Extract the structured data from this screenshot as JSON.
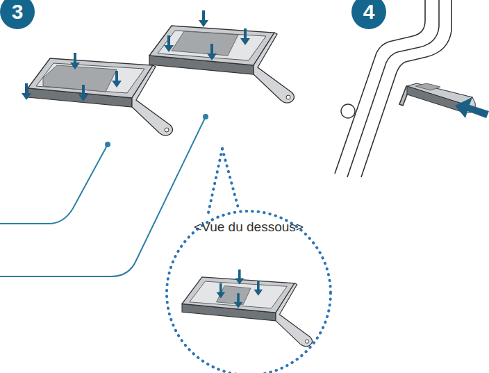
{
  "diagram": {
    "nodes": [
      {
        "text": [
          "3"
        ]
      },
      {
        "text": [
          "4"
        ]
      },
      {
        "text": [
          "<Vue du dessous>"
        ]
      }
    ]
  }
}
